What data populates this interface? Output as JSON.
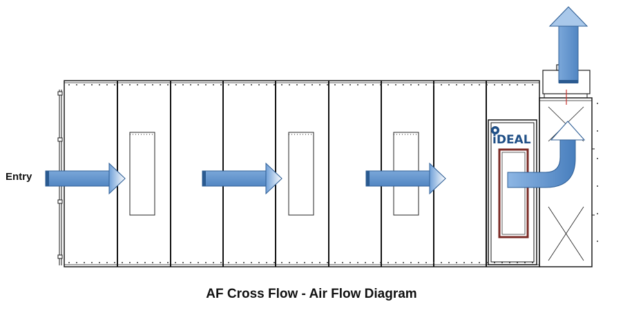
{
  "labels": {
    "entry": "Entry",
    "caption": "AF Cross Flow - Air Flow Diagram",
    "logo": "iDEAL"
  },
  "colors": {
    "arrow_fill": "#4f86c6",
    "arrow_light": "#a9c8ea",
    "outline": "#1a1a1a",
    "door_frame": "#7a2a24",
    "logo_blue": "#1f4f86",
    "exhaust_line": "#c9302c"
  },
  "icons": {
    "airflow_arrow": "right-arrow-icon",
    "exhaust_arrow": "up-arrow-icon",
    "turn_arrow": "curved-up-arrow-icon",
    "logo_gear": "gear-icon"
  }
}
